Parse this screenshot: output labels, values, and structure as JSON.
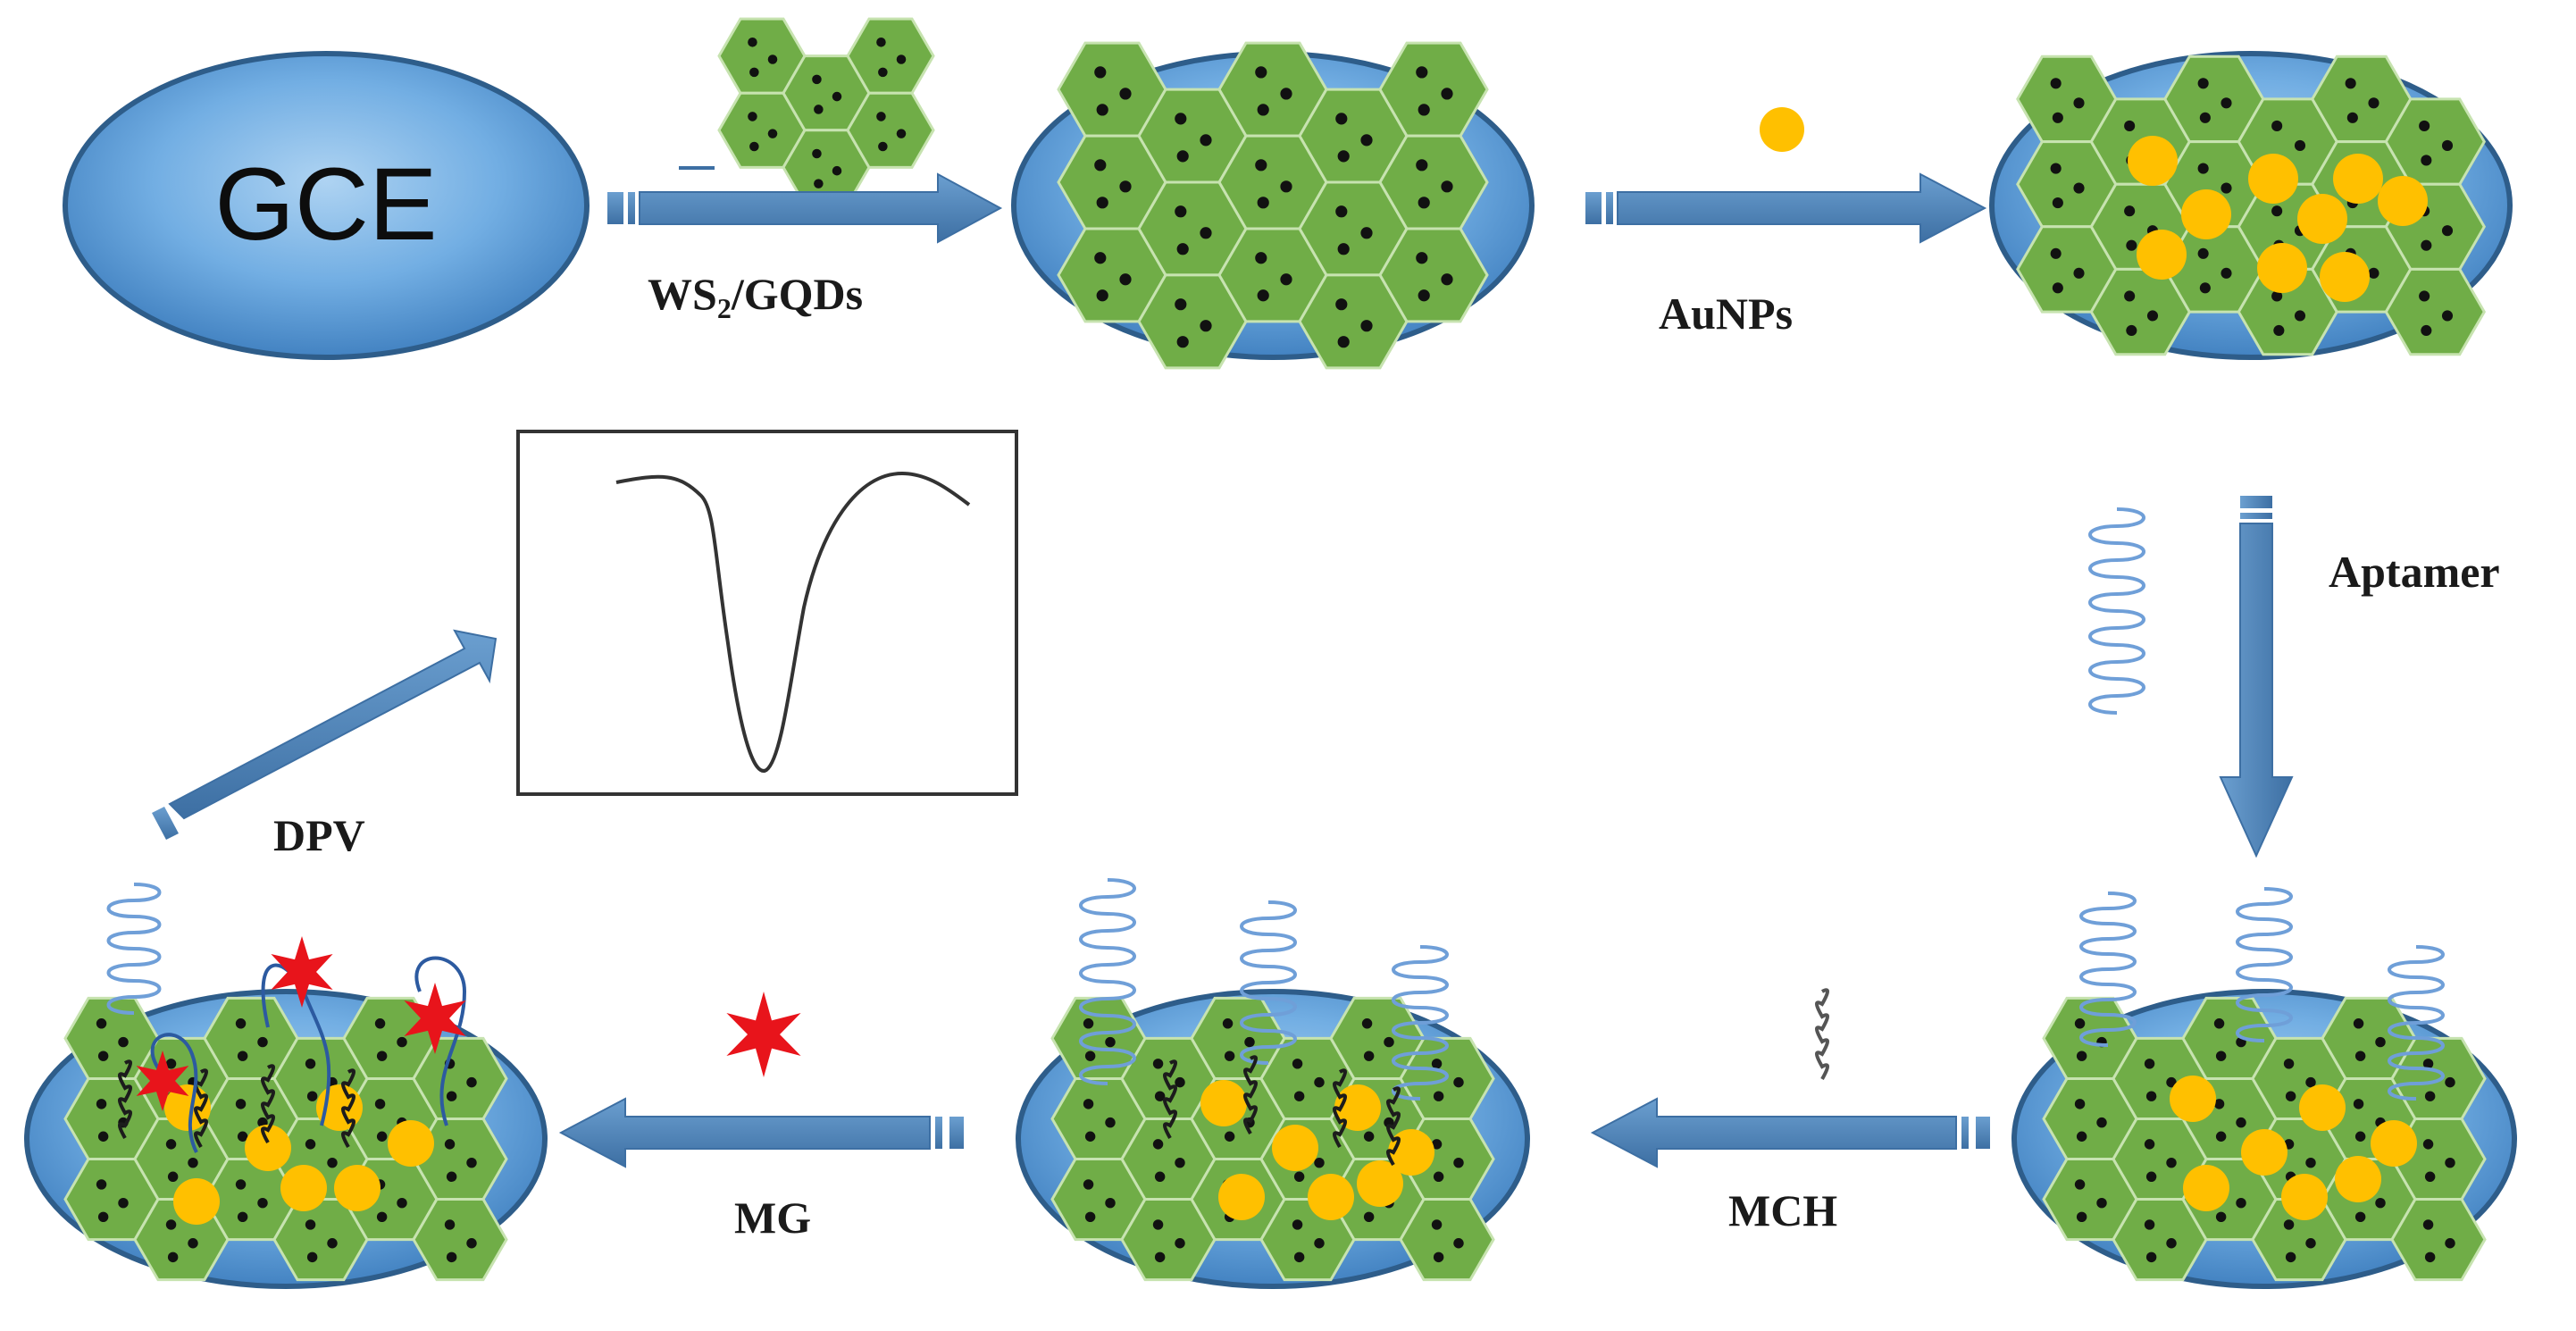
{
  "electrode_label": "GCE",
  "steps": {
    "ws2_gqds": {
      "main": "WS",
      "sub": "2",
      "rest": "/GQDs"
    },
    "aunps": "AuNPs",
    "aptamer": "Aptamer",
    "mch": "MCH",
    "mg": "MG",
    "dpv": "DPV"
  },
  "colors": {
    "electrode_fill": "#5b9bd5",
    "electrode_edge": "#2e5d8a",
    "sheet_green": "#70ad47",
    "sheet_edge": "#c7e3b0",
    "gold": "#ffc000",
    "arrow": "#4a7fb5",
    "aptamer_strand": "#6f9fd8",
    "mch_strand": "#1c1c1c",
    "target_star": "#e8141b",
    "signal_curve": "#333333"
  }
}
